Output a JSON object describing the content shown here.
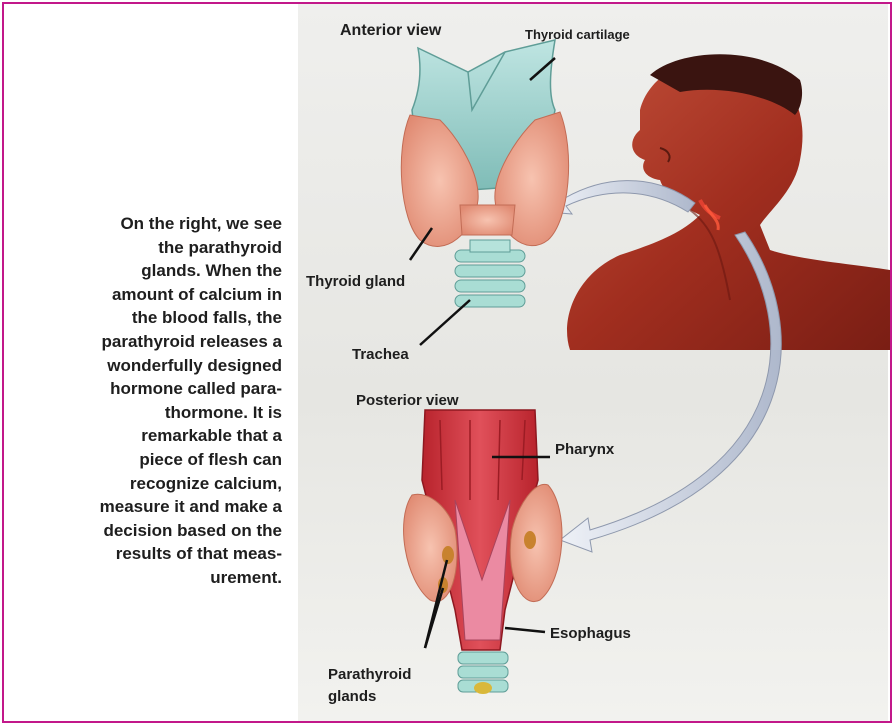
{
  "description": "On the right, we see the parathyroid glands. When the amount of calcium in the blood falls, the parathyroid releases a wonderfully designed hormone called parathormone. It is remarkable that a piece of flesh can recognize calcium, measure it and make a decision based on the results of that measurement.",
  "description_lines": [
    "On the right, we see",
    "the parathyroid",
    "glands. When the",
    "amount of calcium in",
    "the blood falls, the",
    "parathyroid releases a",
    "wonderfully designed",
    "hormone called para-",
    "thormone. It is",
    "remarkable that a",
    "piece of flesh can",
    "recognize calcium,",
    "measure it and make a",
    "decision based on the",
    "results of that meas-",
    "urement."
  ],
  "labels": {
    "anterior_view": "Anterior view",
    "thyroid_cartilage": "Thyroid cartilage",
    "thyroid_gland": "Thyroid gland",
    "trachea": "Trachea",
    "posterior_view": "Posterior view",
    "pharynx": "Pharynx",
    "esophagus": "Esophagus",
    "parathyroid_glands_line1": "Parathyroid",
    "parathyroid_glands_line2": "glands"
  },
  "colors": {
    "frame_border": "#c2188a",
    "text": "#1e1e1e",
    "cartilage": "#9fd3cf",
    "gland": "#eea58e",
    "skin": "#a93a26",
    "muscle": "#d8454b",
    "arrow": "#c8d0e0"
  }
}
